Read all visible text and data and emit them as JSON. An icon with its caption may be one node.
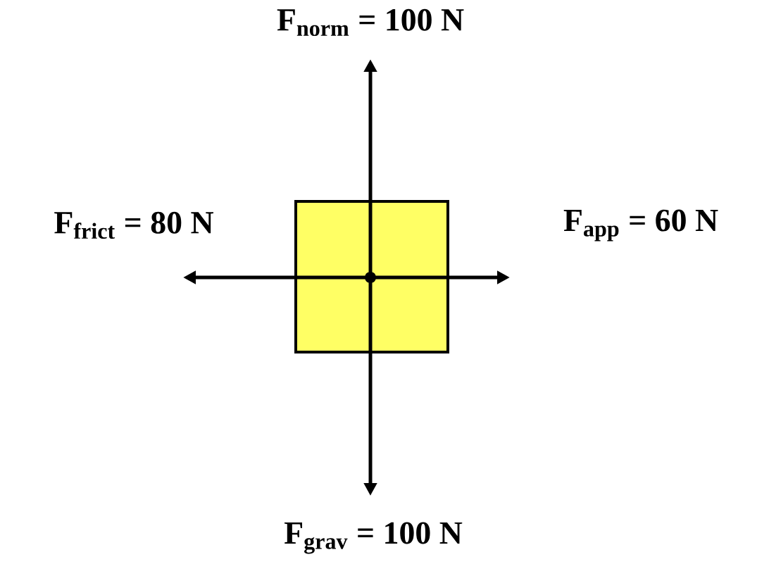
{
  "diagram": {
    "labels": [
      "F$_{norm}$ = 100 N",
      "F$_{frict}$ = 80 N",
      "F$_{app}$ = 60 N",
      "F$_{grav}$ = 100 N"
    ]
  }
}
